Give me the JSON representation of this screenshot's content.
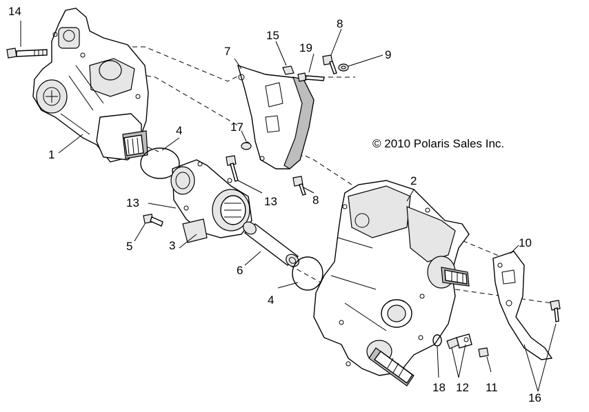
{
  "copyright": "© 2010 Polaris Sales Inc.",
  "callouts": {
    "c1": "1",
    "c2": "2",
    "c3": "3",
    "c4a": "4",
    "c4b": "4",
    "c5": "5",
    "c6": "6",
    "c7": "7",
    "c8a": "8",
    "c8b": "8",
    "c9": "9",
    "c10": "10",
    "c11": "11",
    "c12": "12",
    "c13a": "13",
    "c13b": "13",
    "c14": "14",
    "c15": "15",
    "c16": "16",
    "c17": "17",
    "c18": "18",
    "c19": "19"
  }
}
